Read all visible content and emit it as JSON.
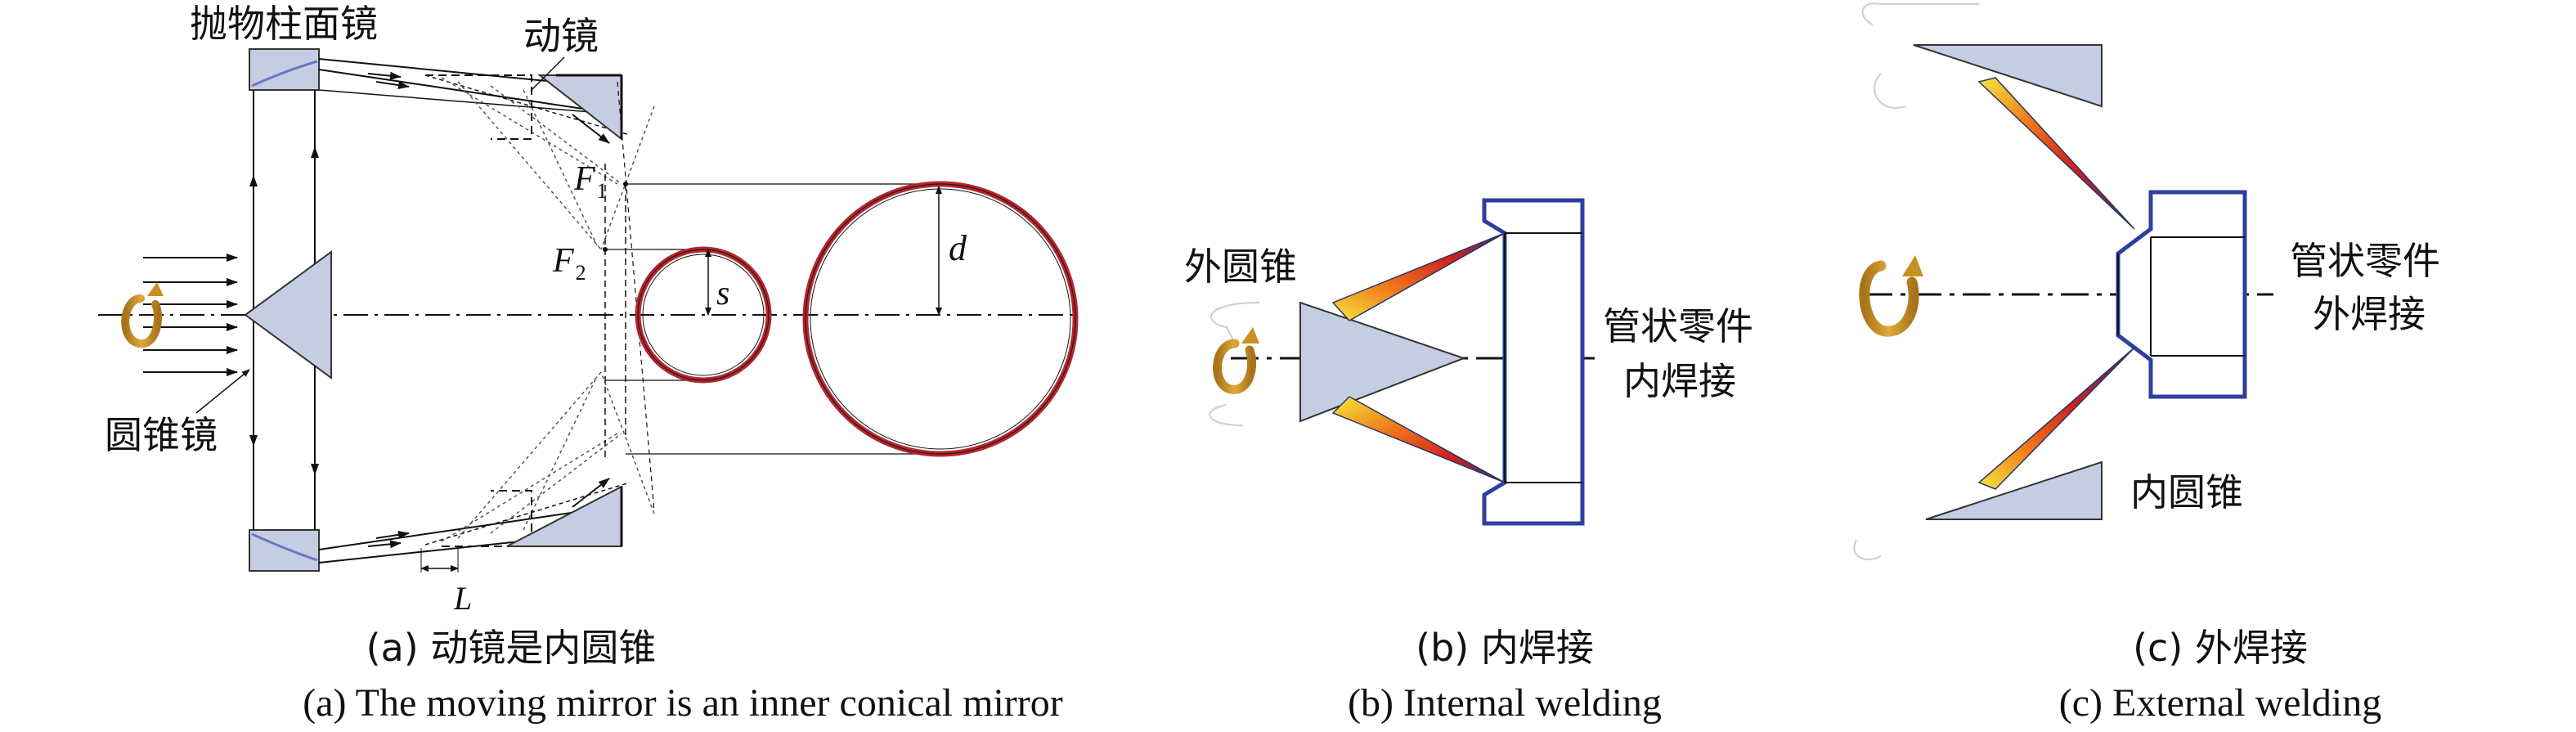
{
  "panel_a": {
    "label_parabolic": "抛物柱面镜",
    "label_moving": "动镜",
    "label_cone": "圆锥镜",
    "label_F1_main": "F",
    "label_F1_sub": "1",
    "label_F2_main": "F",
    "label_F2_sub": "2",
    "label_s": "s",
    "label_d": "d",
    "label_L": "L",
    "caption_cn": "(a) 动镜是内圆锥",
    "caption_en": "(a) The moving mirror is an inner conical mirror"
  },
  "panel_b": {
    "label_outer_cone": "外圆锥",
    "label_tube_line1": "管状零件",
    "label_tube_line2": "内焊接",
    "caption_cn": "(b) 内焊接",
    "caption_en": "(b) Internal welding"
  },
  "panel_c": {
    "label_tube_line1": "管状零件",
    "label_tube_line2": "外焊接",
    "label_inner_cone": "内圆锥",
    "caption_cn": "(c) 外焊接",
    "caption_en": "(c) External welding"
  },
  "colors": {
    "mirror_fill": "#c5cde3",
    "pipe_ring": "#b3262e",
    "tube_outline": "#2e3f9c",
    "rotation_arrow": "#c8901f",
    "beam_hot": "#d11f1f",
    "beam_mid": "#f07a1a",
    "beam_cool": "#f7e63c",
    "beam_edge": "#2a3566"
  },
  "icons": [
    "rotation-arrow-icon"
  ]
}
